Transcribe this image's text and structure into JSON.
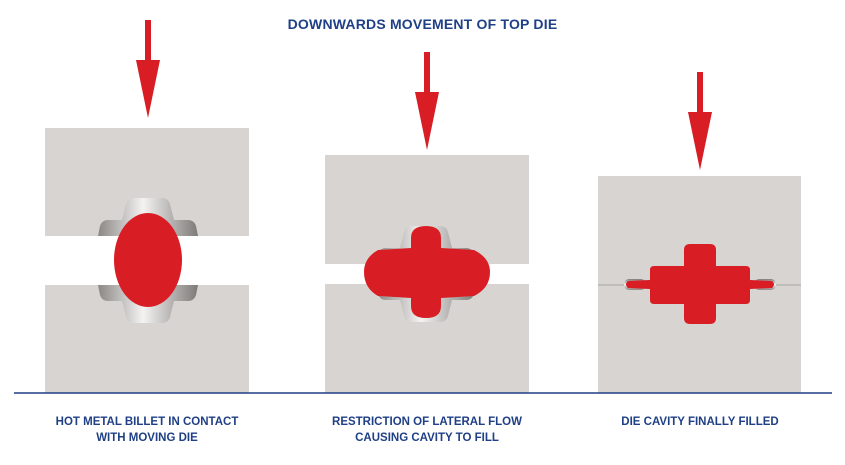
{
  "title": "DOWNWARDS MOVEMENT OF TOP DIE",
  "captions": [
    "HOT METAL BILLET IN CONTACT\nWITH MOVING DIE",
    "RESTRICTION OF LATERAL FLOW\nCAUSING CAVITY TO FILL",
    "DIE CAVITY FINALLY FILLED"
  ],
  "colors": {
    "die": "#d7d4d1",
    "metal": "#d91d24",
    "arrow": "#d91d24",
    "text": "#1f3f86",
    "baseline": "#1f3f86"
  }
}
